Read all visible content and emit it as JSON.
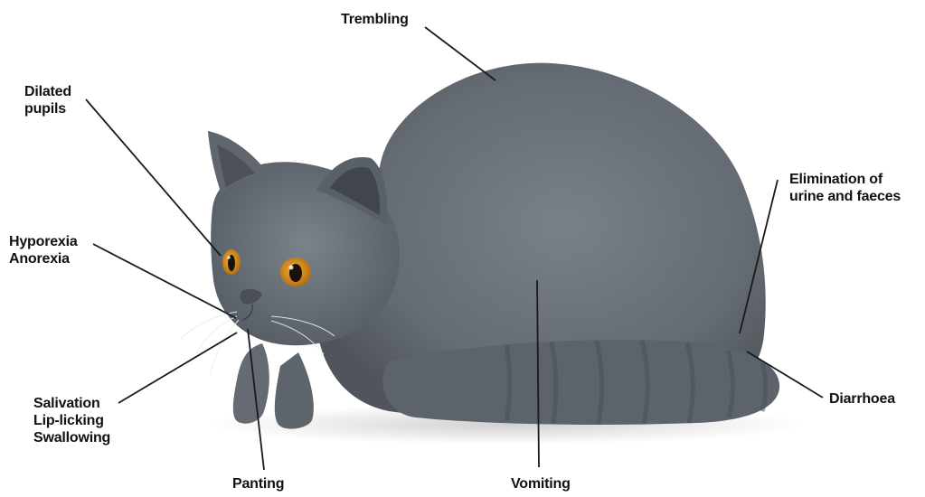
{
  "labels": {
    "trembling": "Trembling",
    "dilated_pupils": [
      "Dilated",
      "pupils"
    ],
    "hyporexia": [
      "Hyporexia",
      "Anorexia"
    ],
    "elimination": [
      "Elimination of",
      "urine and faeces"
    ],
    "salivation": [
      "Salivation",
      "Lip-licking",
      "Swallowing"
    ],
    "diarrhoea": "Diarrhoea",
    "panting": "Panting",
    "vomiting": "Vomiting"
  },
  "colors": {
    "background": "#ffffff",
    "text": "#111111",
    "leader_line": "#1a1a1a",
    "cat_fur": "#6b7178",
    "cat_fur_dark": "#50565c",
    "cat_eye": "#d4891f"
  },
  "image": {
    "subject": "grey cat crouching"
  }
}
